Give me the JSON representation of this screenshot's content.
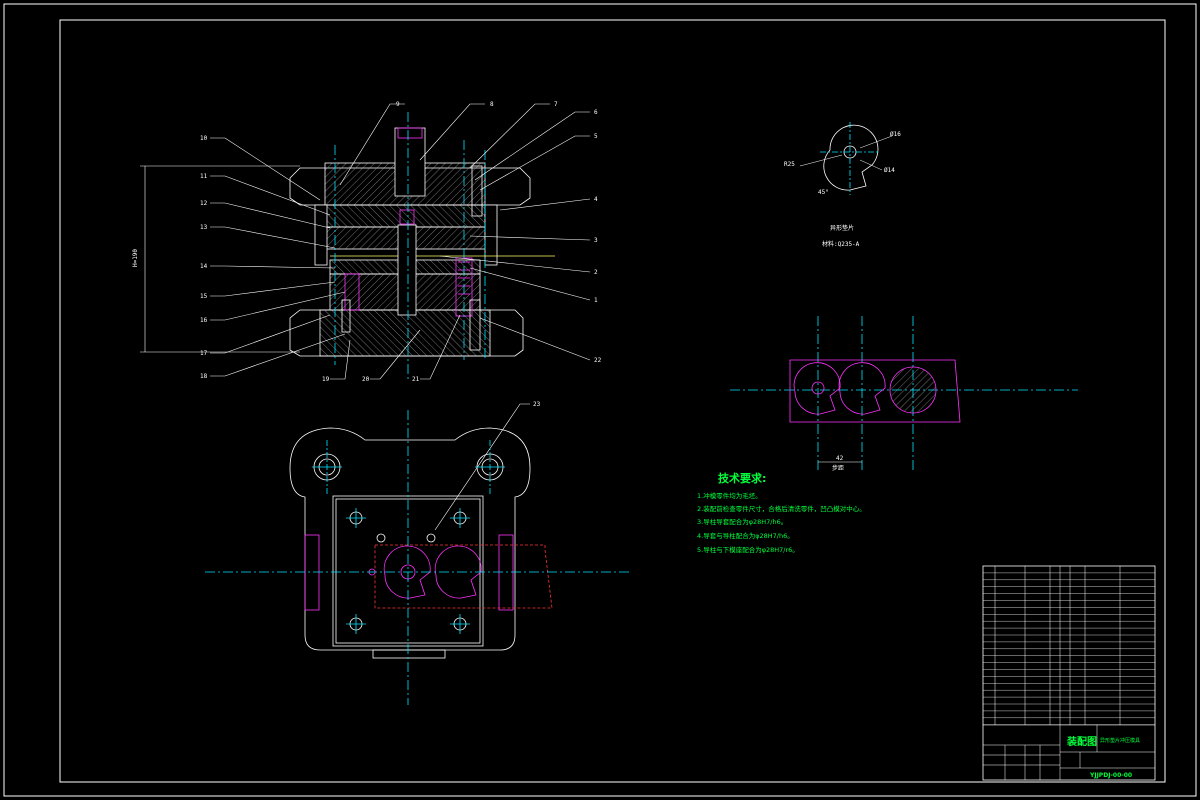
{
  "leaders": [
    {
      "num": "9"
    },
    {
      "num": "8"
    },
    {
      "num": "7"
    },
    {
      "num": "6"
    },
    {
      "num": "5"
    },
    {
      "num": "4"
    },
    {
      "num": "3"
    },
    {
      "num": "2"
    },
    {
      "num": "1"
    },
    {
      "num": "22"
    },
    {
      "num": "10"
    },
    {
      "num": "11"
    },
    {
      "num": "12"
    },
    {
      "num": "13"
    },
    {
      "num": "14"
    },
    {
      "num": "15"
    },
    {
      "num": "16"
    },
    {
      "num": "17"
    },
    {
      "num": "18"
    },
    {
      "num": "19"
    },
    {
      "num": "20"
    },
    {
      "num": "21"
    },
    {
      "num": "23"
    }
  ],
  "dimension_height": "H=190",
  "part_view": {
    "caption": "异形垫片",
    "material": "材料:Q235-A",
    "dim_r": "R25",
    "dim_d": "Ø16",
    "dim_d2": "Ø14",
    "dim_a": "45°"
  },
  "strip_dim": "42",
  "strip_dim_sub": "步距",
  "tech": {
    "title": "技术要求:",
    "items": [
      "1.冲模零件均为毛坯。",
      "2.装配前检查零件尺寸，合格后清洗零件，凹凸模对中心。",
      "3.导柱导套配合为φ28H7/h6。",
      "4.导套与导柱配合为φ28H7/h6。",
      "5.导柱与下模座配合为φ28H7/r6。"
    ]
  },
  "title_block": {
    "drawing_name": "装配图",
    "product_name": "异形垫片冲压模具",
    "drawing_code": "YJJPDJ-00-00"
  }
}
